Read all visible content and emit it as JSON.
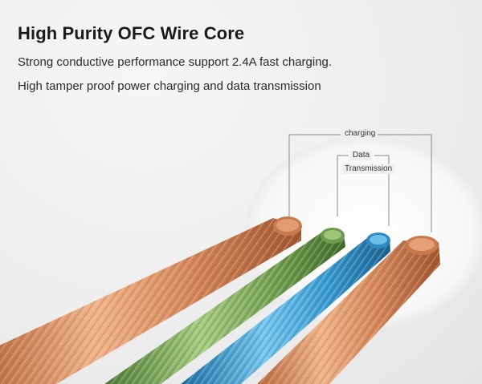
{
  "heading": "High Purity OFC Wire Core",
  "features": [
    "Strong conductive performance support 2.4A fast charging.",
    "High tamper proof power charging and data transmission"
  ],
  "callouts": {
    "charging": "charging",
    "data": "Data",
    "transmission": "Transmission"
  },
  "colors": {
    "copper": "#d88a5c",
    "green": "#7aa05a",
    "blue": "#3a9ad0"
  }
}
